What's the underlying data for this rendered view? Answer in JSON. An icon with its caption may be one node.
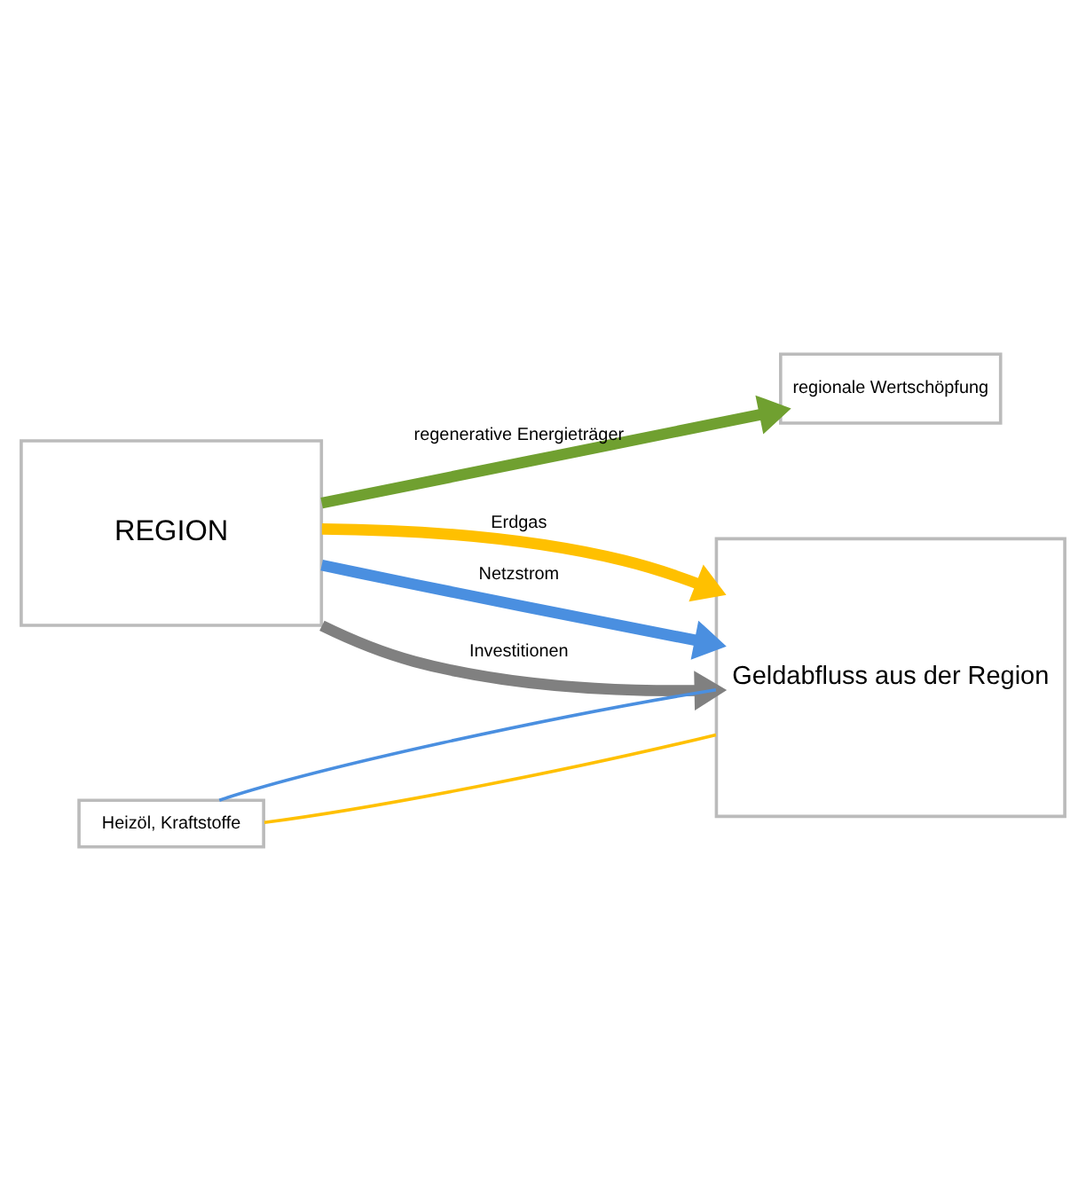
{
  "diagram": {
    "nodes": [
      {
        "text": [
          "REGION"
        ]
      },
      {
        "text": [
          "Geldabfluss aus der Region"
        ]
      },
      {
        "text": [
          "Heizöl, Kraftstoffe"
        ]
      },
      {
        "text": [
          "regionale Wertschöpfung"
        ]
      }
    ],
    "edges": [
      {
        "from": 0,
        "to": 1,
        "arrow": "to",
        "label": "Erdgas",
        "color": "#ffc000"
      },
      {
        "from": 0,
        "to": 1,
        "arrow": "to",
        "label": "Netzstrom",
        "color": "#4a8fe0"
      },
      {
        "from": 0,
        "to": 1,
        "arrow": "to",
        "label": "Investitionen",
        "color": "#808080"
      },
      {
        "from": 2,
        "to": 1,
        "arrow": "none",
        "color": "#ffc000"
      },
      {
        "from": 2,
        "to": 1,
        "arrow": "none",
        "color": "#4a8fe0"
      },
      {
        "from": 0,
        "to": 3,
        "arrow": "to",
        "label": "regenerative Energieträger",
        "color": "#70a030"
      }
    ]
  }
}
